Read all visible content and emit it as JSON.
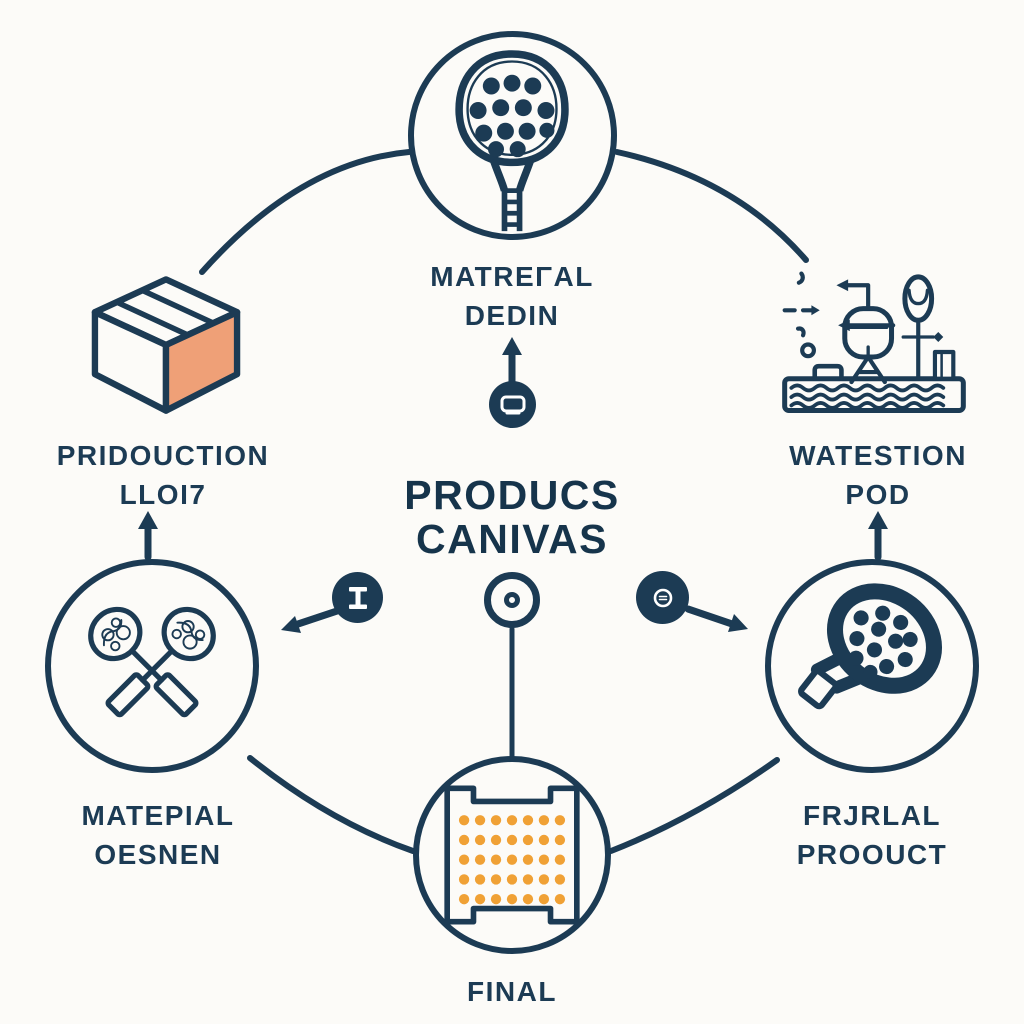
{
  "title": "PRODUCS\nCANIVAS",
  "colors": {
    "ink": "#1c3b54",
    "box_face_orange": "#efa077",
    "panel_dot_orange": "#f0a135",
    "background": "#fcfbf8"
  },
  "nodes": {
    "material_design": {
      "label": "MATREΓAL\nDEDIN",
      "icon": "padel-racket-icon"
    },
    "production_lot": {
      "label": "PRIDOUCTION\nLLOI7",
      "icon": "package-box-icon"
    },
    "station_pod": {
      "label": "WATESTION\nPOD",
      "icon": "factory-machine-icon"
    },
    "material_screen": {
      "label": "MATEPIAL\nOESNEN",
      "icon": "crossed-rackets-icon"
    },
    "final_product": {
      "label": "FRJRLAL\nPROOUCT",
      "icon": "tilted-padel-racket-icon"
    },
    "final": {
      "label": "FINAL",
      "icon": "dotted-panel-icon"
    }
  },
  "badges": {
    "monitor": {
      "icon": "monitor-icon"
    },
    "ibeam": {
      "icon": "letter-i-icon"
    },
    "emblem": {
      "icon": "gear-emblem-icon"
    }
  }
}
